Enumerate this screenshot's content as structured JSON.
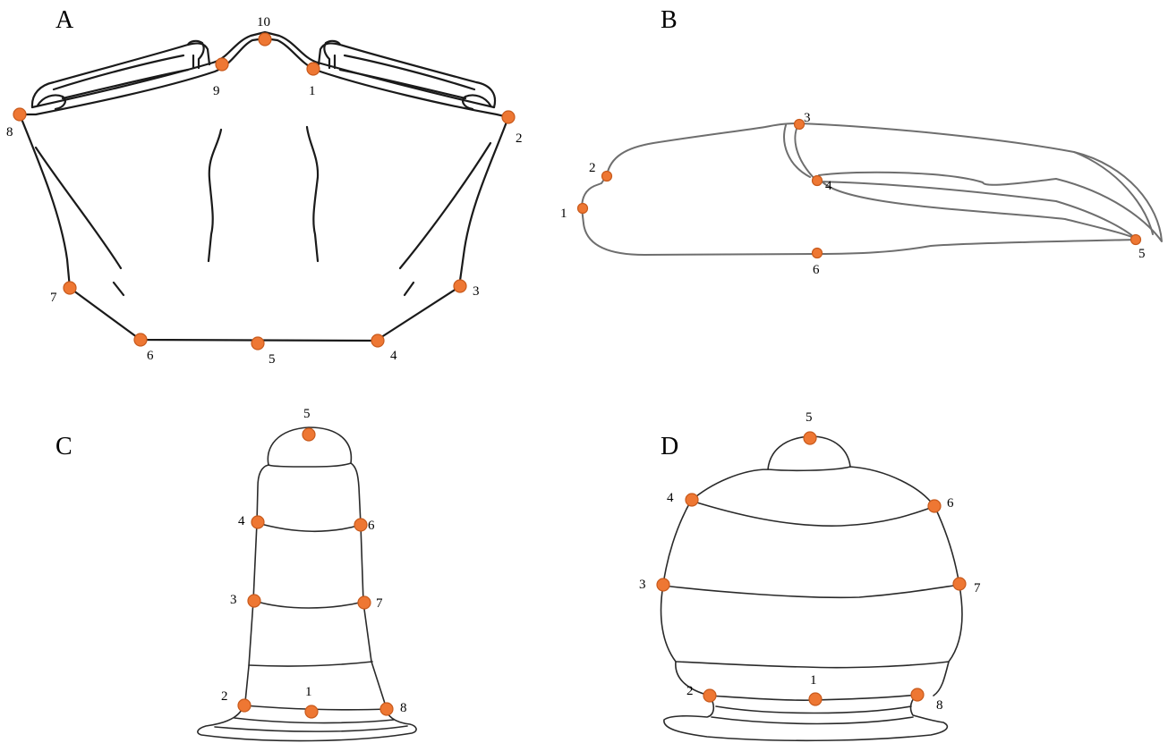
{
  "panels": [
    {
      "id": "A",
      "label": "A",
      "landmarks": [
        {
          "n": "1",
          "label": "1"
        },
        {
          "n": "2",
          "label": "2"
        },
        {
          "n": "3",
          "label": "3"
        },
        {
          "n": "4",
          "label": "4"
        },
        {
          "n": "5",
          "label": "5"
        },
        {
          "n": "6",
          "label": "6"
        },
        {
          "n": "7",
          "label": "7"
        },
        {
          "n": "8",
          "label": "8"
        },
        {
          "n": "9",
          "label": "9"
        },
        {
          "n": "10",
          "label": "10"
        }
      ]
    },
    {
      "id": "B",
      "label": "B",
      "landmarks": [
        {
          "n": "1",
          "label": "1"
        },
        {
          "n": "2",
          "label": "2"
        },
        {
          "n": "3",
          "label": "3"
        },
        {
          "n": "4",
          "label": "4"
        },
        {
          "n": "5",
          "label": "5"
        },
        {
          "n": "6",
          "label": "6"
        }
      ]
    },
    {
      "id": "C",
      "label": "C",
      "landmarks": [
        {
          "n": "1",
          "label": "1"
        },
        {
          "n": "2",
          "label": "2"
        },
        {
          "n": "3",
          "label": "3"
        },
        {
          "n": "4",
          "label": "4"
        },
        {
          "n": "5",
          "label": "5"
        },
        {
          "n": "6",
          "label": "6"
        },
        {
          "n": "7",
          "label": "7"
        },
        {
          "n": "8",
          "label": "8"
        }
      ]
    },
    {
      "id": "D",
      "label": "D",
      "landmarks": [
        {
          "n": "1",
          "label": "1"
        },
        {
          "n": "2",
          "label": "2"
        },
        {
          "n": "3",
          "label": "3"
        },
        {
          "n": "4",
          "label": "4"
        },
        {
          "n": "5",
          "label": "5"
        },
        {
          "n": "6",
          "label": "6"
        },
        {
          "n": "7",
          "label": "7"
        },
        {
          "n": "8",
          "label": "8"
        }
      ]
    }
  ],
  "colors": {
    "landmark_fill": "#ee7733",
    "landmark_stroke": "#c85a1c",
    "outline": "#1a1a1a",
    "outline_gray": "#6e6e6e"
  }
}
